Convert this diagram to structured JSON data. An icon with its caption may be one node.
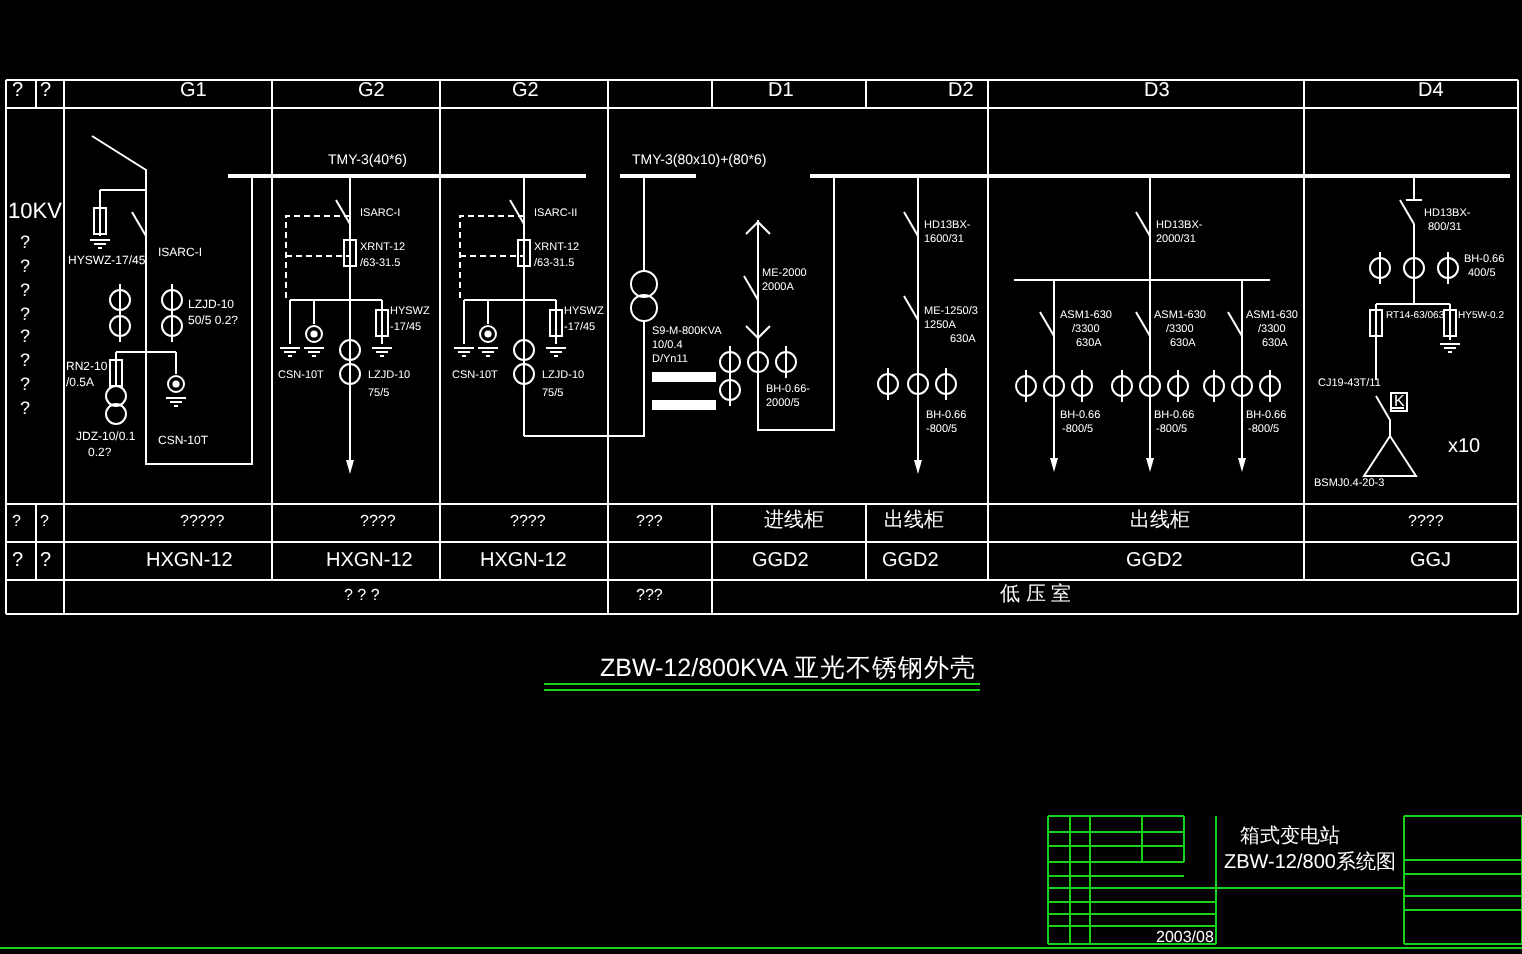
{
  "diagram": {
    "title": "ZBW-12/800KVA 亚光不锈钢外壳",
    "labels": [
      "?",
      "?",
      "G1",
      "G2",
      "G2",
      "D1",
      "D2",
      "D3",
      "D4",
      "10KV",
      "?",
      "?",
      "?",
      "?",
      "?",
      "?",
      "?",
      "?",
      "TMY-3(40*6)",
      "TMY-3(80x10)+(80*6)",
      "ISARC-I",
      "HYSWZ-17/45",
      "LZJD-10",
      "50/5 0.2?",
      "RN2-10",
      "/0.5A",
      "JDZ-10/0.1",
      "0.2?",
      "CSN-10T",
      "ISARC-I",
      "XRNT-12",
      "/63-31.5",
      "HYSWZ",
      "-17/45",
      "CSN-10T",
      "LZJD-10",
      "75/5",
      "ISARC-II",
      "XRNT-12",
      "/63-31.5",
      "HYSWZ",
      "-17/45",
      "CSN-10T",
      "LZJD-10",
      "75/5",
      "S9-M-800KVA",
      "10/0.4",
      "D/Yn11",
      "ME-2000",
      "2000A",
      "BH-0.66-",
      "2000/5",
      "HD13BX-",
      "1600/31",
      "ME-1250/3",
      "1250A",
      "630A",
      "BH-0.66",
      "-800/5",
      "HD13BX-",
      "2000/31",
      "ASM1-630",
      "/3300",
      "630A",
      "ASM1-630",
      "/3300",
      "630A",
      "ASM1-630",
      "/3300",
      "630A",
      "BH-0.66",
      "-800/5",
      "BH-0.66",
      "-800/5",
      "BH-0.66",
      "-800/5",
      "HD13BX-",
      "800/31",
      "BH-0.66",
      "400/5",
      "RT14-63/063",
      "HY5W-0.2",
      "CJ19-43T/11",
      "K",
      "x10",
      "BSMJ0.4-20-3",
      "?",
      "?",
      "?????",
      "????",
      "????",
      "???",
      "进线柜",
      "出线柜",
      "出线柜",
      "????",
      "?",
      "?",
      "HXGN-12",
      "HXGN-12",
      "HXGN-12",
      "GGD2",
      "GGD2",
      "GGD2",
      "GGJ",
      "? ? ?",
      "???",
      "低 压 室",
      "箱式变电站",
      "ZBW-12/800系统图",
      "2003/08"
    ]
  }
}
